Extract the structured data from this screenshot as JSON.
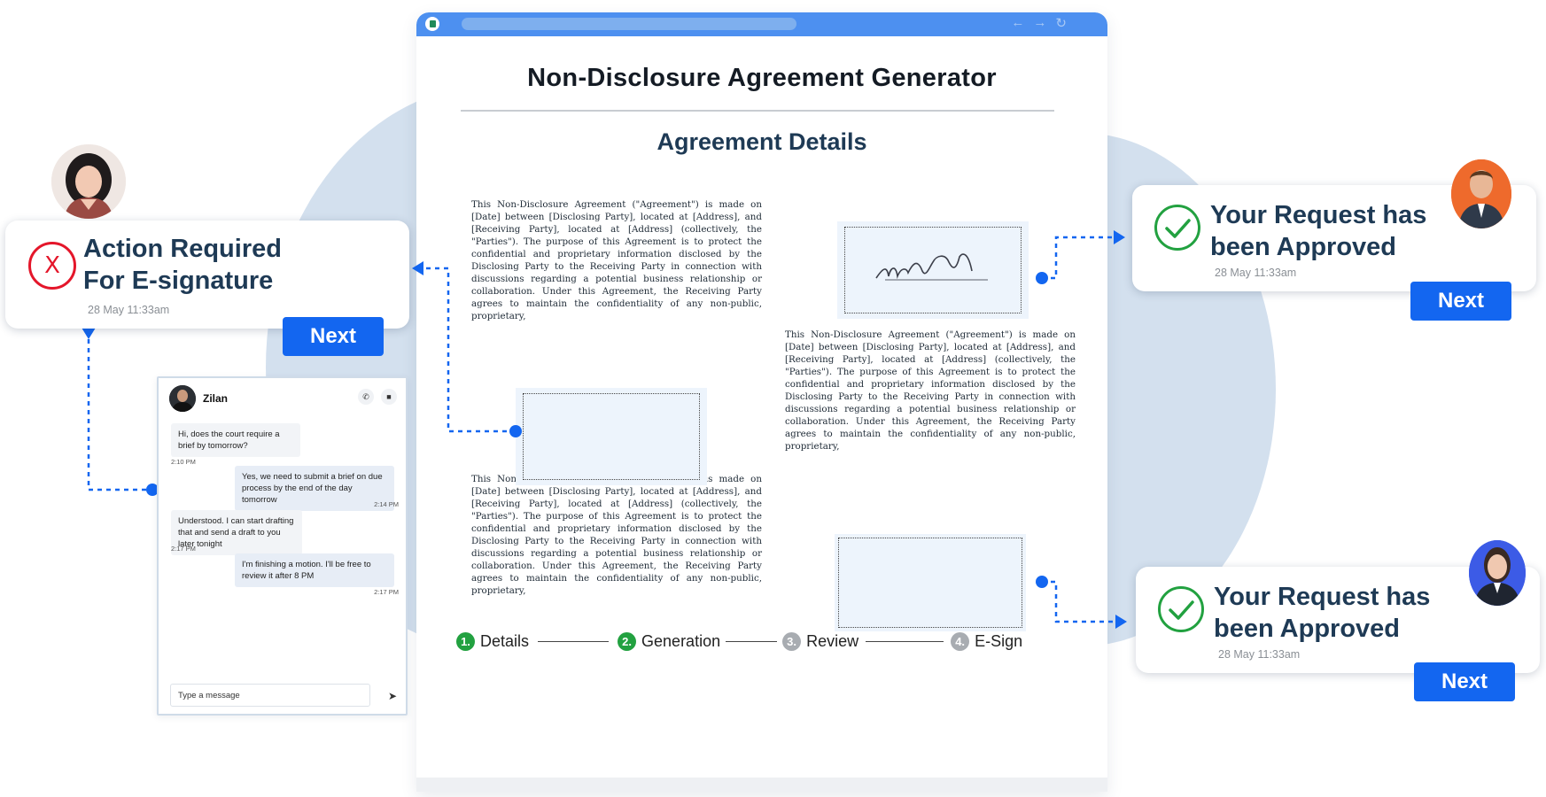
{
  "document": {
    "title": "Non-Disclosure Agreement Generator",
    "section_title": "Agreement Details",
    "clause_text": "This Non-Disclosure Agreement (\"Agreement\") is made on [Date] between [Disclosing Party], located at [Address], and [Receiving Party], located at [Address] (collectively, the \"Parties\"). The purpose of this Agreement is to protect the confidential and proprietary information disclosed by the Disclosing Party to the Receiving Party in connection with discussions regarding a potential business relationship or collaboration. Under this Agreement, the Receiving Party agrees to maintain the confidentiality of any non-public, proprietary,"
  },
  "steps": [
    {
      "num": "1.",
      "label": "Details",
      "state": "done"
    },
    {
      "num": "2.",
      "label": "Generation",
      "state": "done"
    },
    {
      "num": "3.",
      "label": "Review",
      "state": "pending"
    },
    {
      "num": "4.",
      "label": "E-Sign",
      "state": "pending"
    }
  ],
  "action_card": {
    "title_line1": "Action Required",
    "title_line2": "For E-signature",
    "time": "28 May 11:33am",
    "next_label": "Next",
    "icon": "x-circle-icon"
  },
  "approved_cards": [
    {
      "title_line1": "Your Request has",
      "title_line2": "been Approved",
      "time": "28 May 11:33am",
      "next_label": "Next",
      "icon": "check-circle-icon"
    },
    {
      "title_line1": "Your Request has",
      "title_line2": "been Approved",
      "time": "28 May 11:33am",
      "next_label": "Next",
      "icon": "check-circle-icon"
    }
  ],
  "chat": {
    "contact_name": "Zilan",
    "messages": [
      {
        "text": "Hi, does the court require a brief by tomorrow?",
        "time": "2:10 PM",
        "direction": "in"
      },
      {
        "text": "Yes, we need to submit a brief on due process by the end of the day tomorrow",
        "time": "2:14 PM",
        "direction": "out"
      },
      {
        "text": "Understood. I can start drafting that and send a draft to you later tonight",
        "time": "2:17 PM",
        "direction": "in"
      },
      {
        "text": "I'm finishing a motion. I'll be free to review it after 8 PM",
        "time": "2:17 PM",
        "direction": "out"
      }
    ],
    "input_placeholder": "Type a message"
  },
  "colors": {
    "accent_blue": "#1366f0",
    "browser_bar": "#4d90f0",
    "success_green": "#22a140",
    "error_red": "#e4162a",
    "heading_navy": "#1e3a55",
    "background_blob": "#d3e0ee"
  }
}
